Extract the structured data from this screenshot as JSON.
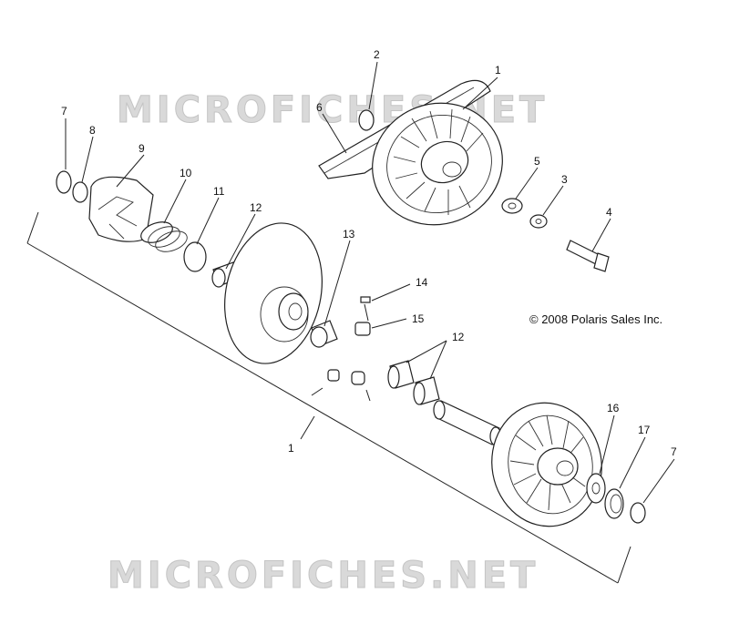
{
  "copyright": "© 2008 Polaris Sales Inc.",
  "watermark": "MICROFICHES.NET",
  "callouts": [
    {
      "id": "c1a",
      "text": "1"
    },
    {
      "id": "c2",
      "text": "2"
    },
    {
      "id": "c6",
      "text": "6"
    },
    {
      "id": "c7a",
      "text": "7"
    },
    {
      "id": "c8",
      "text": "8"
    },
    {
      "id": "c9",
      "text": "9"
    },
    {
      "id": "c10",
      "text": "10"
    },
    {
      "id": "c11",
      "text": "11"
    },
    {
      "id": "c12a",
      "text": "12"
    },
    {
      "id": "c13",
      "text": "13"
    },
    {
      "id": "c5",
      "text": "5"
    },
    {
      "id": "c3",
      "text": "3"
    },
    {
      "id": "c4",
      "text": "4"
    },
    {
      "id": "c14",
      "text": "14"
    },
    {
      "id": "c15",
      "text": "15"
    },
    {
      "id": "c12b",
      "text": "12"
    },
    {
      "id": "c1b",
      "text": "1"
    },
    {
      "id": "c16",
      "text": "16"
    },
    {
      "id": "c17",
      "text": "17"
    },
    {
      "id": "c7b",
      "text": "7"
    }
  ]
}
